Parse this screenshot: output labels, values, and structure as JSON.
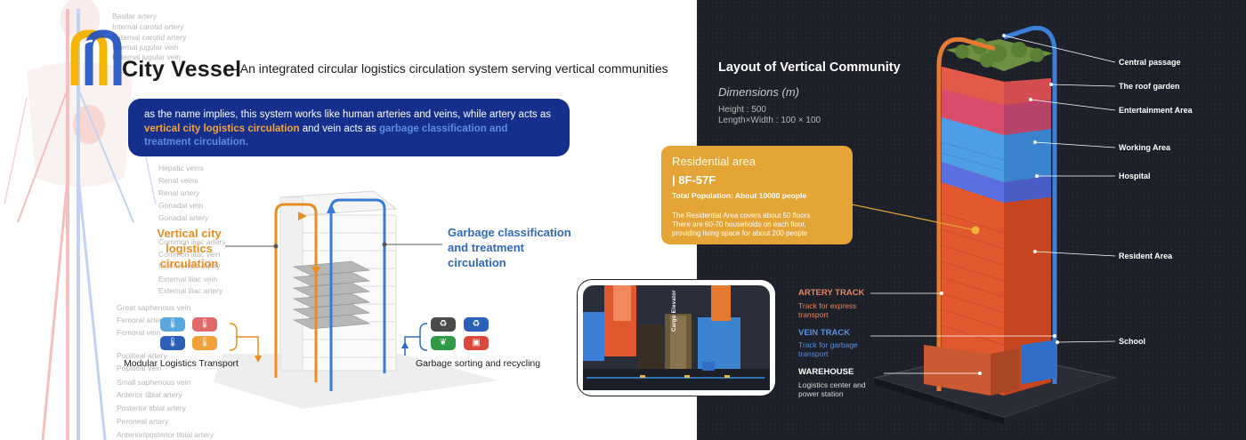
{
  "header": {
    "brand": "City Vessel",
    "subtitle": "- An integrated circular logistics circulation system serving vertical communities"
  },
  "intro": {
    "before": "as the name implies, this system works like human arteries and veins, while artery acts as",
    "artery_phrase": "vertical city logistics circulation",
    "middle": "and vein acts as",
    "vein_phrase": "garbage classification and treatment circulation."
  },
  "anatomy_labels": [
    "Basilar artery",
    "Internal carotid artery",
    "External carotid artery",
    "Internal jugular vein",
    "External jugular vein",
    "Hepatic veins",
    "Renal veins",
    "Renal artery",
    "Gonadal vein",
    "Gonadal artery",
    "Common iliac artery",
    "Common iliac vein",
    "Internal iliac artery",
    "External iliac vein",
    "External iliac artery",
    "Great saphenous vein",
    "Femoral artery",
    "Femoral vein",
    "Popliteal artery",
    "Popliteal vein",
    "Small saphenous vein",
    "Anterior tibial artery",
    "Posterior tibial artery",
    "Peroneal artery",
    "Anterior/posterior tibial artery"
  ],
  "diagram": {
    "artery_label": [
      "Vertical city",
      "logistics",
      "circulation"
    ],
    "vein_label": [
      "Garbage classification",
      "and treatment",
      "circulation"
    ],
    "modular_caption": "Modular Logistics Transport",
    "garbage_caption": "Garbage sorting and recycling"
  },
  "icons": {
    "modular": [
      "thermometer-icon",
      "thermometer-icon",
      "thermometer-icon",
      "thermometer-icon"
    ],
    "garbage": [
      "recycle-icon",
      "recycle-icon",
      "compost-icon",
      "bin-icon"
    ]
  },
  "colors": {
    "artery": "#e98e22",
    "vein": "#2f6bb7",
    "intro_box": "#152f8c",
    "residential": "#e4a436",
    "dark_bg": "#1d2029"
  },
  "right": {
    "layout_title": "Layout of Vertical Community",
    "dimensions_title": "Dimensions (m)",
    "height": "Height : 500",
    "length_width": "Length×Width : 100 × 100"
  },
  "residential": {
    "title": "Residential area",
    "floors": "| 8F-57F",
    "population": "Total Population: About 10000 people",
    "description": [
      "The Residential Area covers about 50 floors",
      "There are 60-70 households on each floor,",
      "providing living space for about 200 people"
    ]
  },
  "tower_labels": {
    "central_passage": "Central passage",
    "roof_garden": "The roof garden",
    "entertainment": "Entertainment Area",
    "working": "Working Area",
    "hospital": "Hospital",
    "resident": "Resident Area",
    "school": "School"
  },
  "tracks": {
    "artery_title": "ARTERY TRACK",
    "artery_sub": [
      "Track for express",
      "transport"
    ],
    "vein_title": "VEIN TRACK",
    "vein_sub": [
      "Track for garbage",
      "transport"
    ],
    "warehouse_title": "WAREHOUSE",
    "warehouse_sub": [
      "Logistics center and",
      "power station"
    ]
  },
  "inset": {
    "shaft_label": "Cargo Elevator"
  }
}
